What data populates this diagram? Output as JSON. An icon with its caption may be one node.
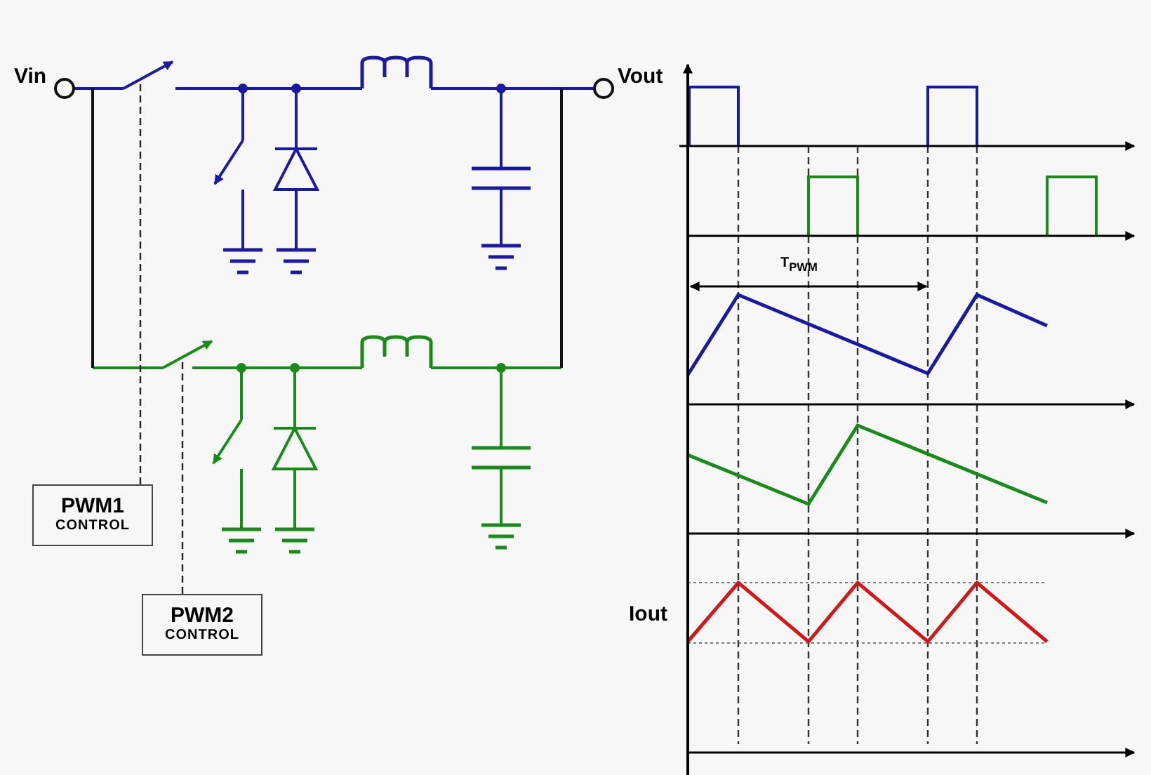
{
  "diagram": {
    "nodes": [
      {
        "text": [
          "PWM1",
          "CONTROL"
        ]
      },
      {
        "text": [
          "PWM2",
          "CONTROL"
        ]
      },
      {
        "text": [],
        "shape": "switch"
      },
      {
        "text": [],
        "shape": "switch"
      }
    ],
    "edges": [
      {
        "from": 0,
        "to": 2,
        "arrow": "none",
        "style": "dashed"
      },
      {
        "from": 1,
        "to": 3,
        "arrow": "none",
        "style": "dashed"
      }
    ],
    "labels": [
      "Vin",
      "Vout",
      "T$_{PWM}$",
      "Iout"
    ]
  }
}
